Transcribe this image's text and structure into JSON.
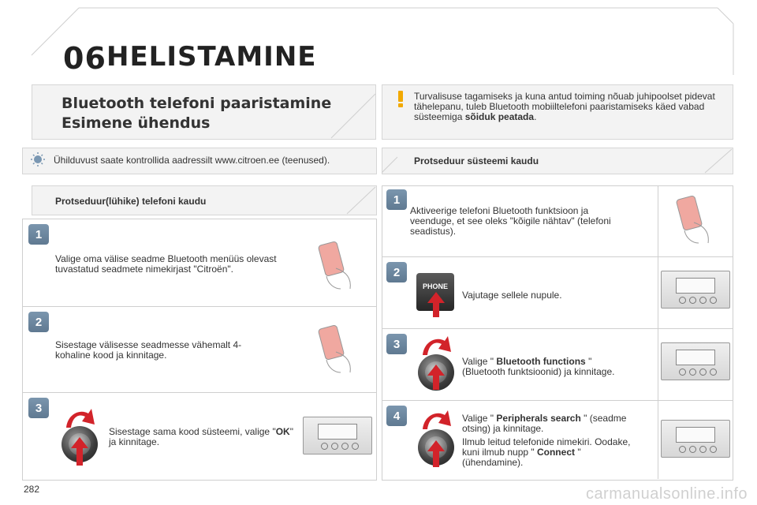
{
  "header": {
    "chapter_number": "06",
    "chapter_title": "HELISTAMINE"
  },
  "section": {
    "title_line1": "Bluetooth telefoni paaristamine",
    "title_line2": "Esimene ühendus"
  },
  "warning": {
    "text_1": "Turvalisuse tagamiseks ja kuna antud toiming nõuab juhipoolset pidevat tähelepanu, tuleb Bluetooth mobiiltelefoni paaristamiseks käed vabad süsteemiga ",
    "text_bold": "sõiduk peatada",
    "text_2": "."
  },
  "tip": {
    "text": "Ühilduvust saate kontrollida aadressilt www.citroen.ee (teenused)."
  },
  "left_column": {
    "heading": "Protseduur(lühike) telefoni kaudu",
    "steps": [
      {
        "number": "1",
        "text": "Valige oma välise seadme Bluetooth menüüs olevast tuvastatud seadmete nimekirjast \"Citroën\"."
      },
      {
        "number": "2",
        "text": "Sisestage välisesse seadmesse vähemalt 4-kohaline kood ja kinnitage."
      },
      {
        "number": "3",
        "text_1": "Sisestage sama kood süsteemi, valige \"",
        "text_bold": "OK",
        "text_2": "\" ja kinnitage."
      }
    ]
  },
  "right_column": {
    "heading": "Protseduur süsteemi kaudu",
    "steps": [
      {
        "number": "1",
        "text": "Aktiveerige telefoni Bluetooth funktsioon ja veenduge, et see oleks \"kõigile nähtav\" (telefoni seadistus)."
      },
      {
        "number": "2",
        "text": "Vajutage sellele nupule.",
        "button_label": "PHONE"
      },
      {
        "number": "3",
        "text_1": "Valige \" ",
        "text_bold": "Bluetooth functions",
        "text_2": " \" (Bluetooth funktsioonid) ja kinnitage."
      },
      {
        "number": "4",
        "text_1": "Valige \" ",
        "text_bold": "Peripherals search",
        "text_2": " \" (seadme otsing) ja kinnitage.",
        "text_3": "Ilmub leitud telefonide nimekiri. Oodake, kuni ilmub nupp \" ",
        "text_bold_2": "Connect",
        "text_4": " \" (ühendamine)."
      }
    ]
  },
  "footer": {
    "page_number": "282",
    "watermark": "carmanualsonline.info"
  },
  "colors": {
    "badge": "#6f88a0",
    "arrow_red": "#d2232a",
    "panel": "#f3f3f3"
  }
}
